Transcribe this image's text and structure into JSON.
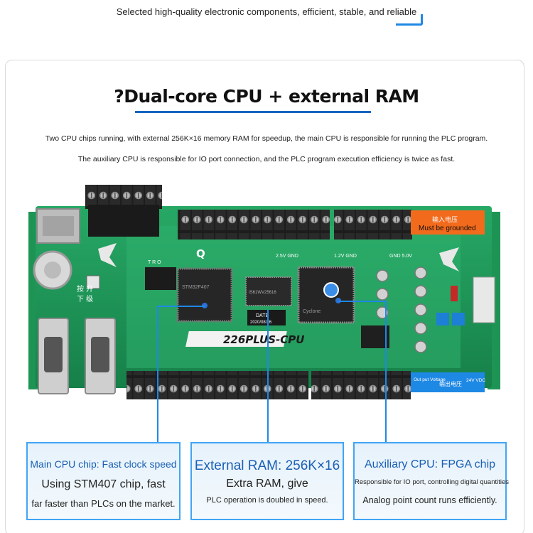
{
  "tagline": "Selected high-quality electronic components, efficient, stable, and reliable",
  "heading": "?Dual-core CPU + external RAM",
  "description": [
    "Two CPU chips running, with external 256K×16 memory RAM for speedup, the main CPU is responsible for running the PLC program.",
    "The auxiliary CPU is responsible for IO port connection, and the PLC program execution efficiency is twice as fast."
  ],
  "board": {
    "model_label": "226PLUS-CPU",
    "ground_warning": "Must be grounded",
    "input_label_cn": "输入电压",
    "output_label_en": "Out put Voltage",
    "output_label_cn": "输出电压",
    "output_voltage": "24V VDC",
    "rail_label_left": "2.5V  GND",
    "rail_label_mid": "1.2V GND",
    "rail_label_right": "GND 5.0V",
    "date_label": "DATE",
    "date_value": "2020/08/26",
    "upgrade_label": "按 升",
    "upgrade_label2": "下 级",
    "tro_label": "T R O",
    "main_chip_text": "STM32F407",
    "ram_chip_text": "IS61WV25616",
    "fpga_chip_text": "Cyclone",
    "logo_letter": "Q"
  },
  "features": [
    {
      "title": "Main CPU chip: Fast clock speed",
      "line1": "Using STM407 chip, fast",
      "line2": "far faster than PLCs on the market."
    },
    {
      "title": "External RAM: 256K×16",
      "line1": "Extra RAM, give",
      "line2": "PLC operation is doubled in speed."
    },
    {
      "title": "Auxiliary CPU: FPGA chip",
      "line1": "Responsible for IO port, controlling digital quantities",
      "line2": "Analog point count runs efficiently."
    }
  ],
  "colors": {
    "accent": "#1e88e5",
    "pcb_green": "#1f9a5a",
    "terminal_black": "#202020",
    "warning_orange": "#f26a1b"
  }
}
